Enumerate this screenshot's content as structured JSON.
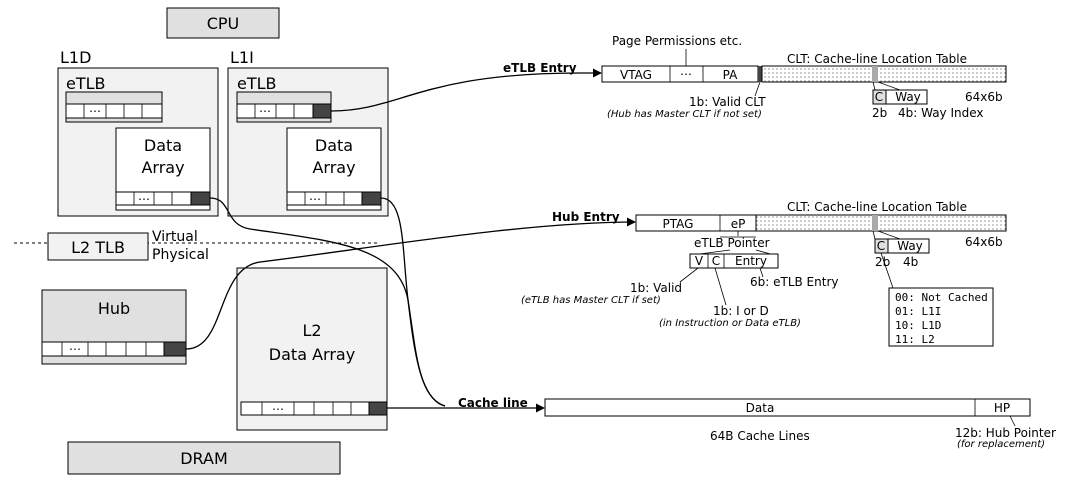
{
  "labels": {
    "cpu": "CPU",
    "l1d": "L1D",
    "l1i": "L1I",
    "etlb": "eTLB",
    "data_array": [
      "Data",
      "Array"
    ],
    "l2_tlb": "L2 TLB",
    "virtual": "Virtual",
    "physical": "Physical",
    "hub": "Hub",
    "l2_array": [
      "L2",
      "Data Array"
    ],
    "dram": "DRAM",
    "dots": "⋯"
  },
  "etlb_entry": {
    "title": "eTLB Entry",
    "page_permissions": "Page Permissions etc.",
    "vtag": "VTAG",
    "pa": "PA",
    "clt_title": "CLT: Cache-line Location Table",
    "c": "C",
    "way": "Way",
    "size": "64x6b",
    "valid_clt": "1b: Valid CLT",
    "valid_note": "(Hub has Master CLT if not set)",
    "two_b": "2b",
    "way_index": "4b: Way Index"
  },
  "hub_entry": {
    "title": "Hub Entry",
    "ptag": "PTAG",
    "ep": "eP",
    "clt_title": "CLT: Cache-line Location Table",
    "c": "C",
    "way": "Way",
    "size": "64x6b",
    "two_b": "2b",
    "four_b": "4b",
    "etlb_pointer": "eTLB Pointer",
    "v": "V",
    "c_field": "C",
    "entry": "Entry",
    "six_b": "6b: eTLB Entry",
    "valid": "1b: Valid",
    "valid_note": "(eTLB has Master CLT if set)",
    "i_or_d": "1b: I or D",
    "i_or_d_note": "(in Instruction or Data eTLB)",
    "legend": [
      "00: Not Cached",
      "01: L1I",
      "10: L1D",
      "11: L2"
    ]
  },
  "cache_line": {
    "title": "Cache line",
    "data": "Data",
    "hp": "HP",
    "lines": "64B Cache Lines",
    "hub_pointer": "12b: Hub Pointer",
    "hub_pointer_note": "(for replacement)"
  }
}
